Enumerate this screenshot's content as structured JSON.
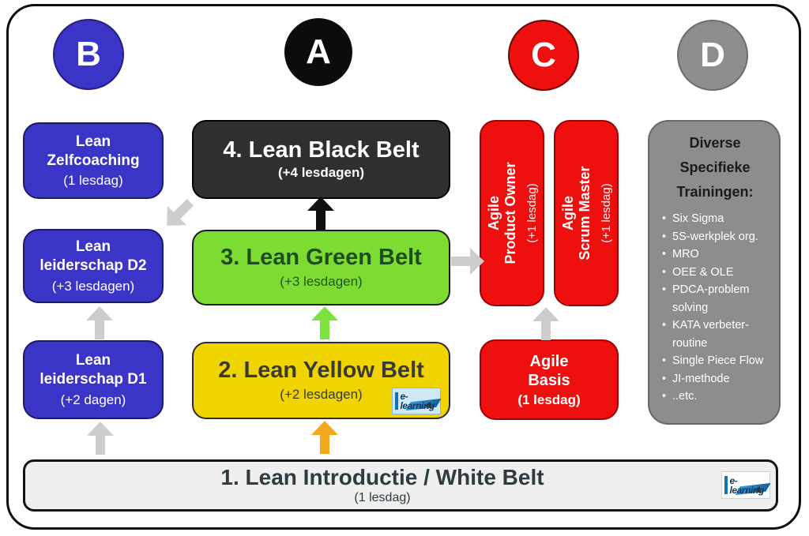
{
  "palette": {
    "blue": "#3a35c6",
    "black": "#2f2f2f",
    "green": "#7cdc31",
    "green_text": "#1e4e20",
    "yellow": "#f0d400",
    "red": "#ee0f0f",
    "gray": "#8d8d8d",
    "white_belt_bg": "#efefef",
    "arrow_gray": "#cdcdcd",
    "arrow_orange": "#f5a71d",
    "arrow_green": "#7de23f",
    "arrow_black": "#101010"
  },
  "headers": {
    "b": {
      "label": "B"
    },
    "a": {
      "label": "A"
    },
    "c": {
      "label": "C"
    },
    "d": {
      "label": "D"
    }
  },
  "boxes": {
    "zelfcoaching": {
      "line1": "Lean",
      "line2": "Zelfcoaching",
      "subtitle": "(1 lesdag)"
    },
    "leiderschap_d2": {
      "line1": "Lean",
      "line2": "leiderschap D2",
      "subtitle": "(+3 lesdagen)"
    },
    "leiderschap_d1": {
      "line1": "Lean",
      "line2": "leiderschap D1",
      "subtitle": "(+2 dagen)"
    },
    "black_belt": {
      "title": "4. Lean Black Belt",
      "subtitle": "(+4 lesdagen)"
    },
    "green_belt": {
      "title": "3. Lean Green Belt",
      "subtitle": "(+3 lesdagen)"
    },
    "yellow_belt": {
      "title": "2. Lean Yellow Belt",
      "subtitle": "(+2 lesdagen)"
    },
    "product_owner": {
      "line1": "Agile",
      "line2": "Product Owner",
      "subtitle": "(+1 lesdag)"
    },
    "scrum_master": {
      "line1": "Agile",
      "line2": "Scrum Master",
      "subtitle": "(+1 lesdag)"
    },
    "agile_basis": {
      "line1": "Agile",
      "line2": "Basis",
      "subtitle": "(1 lesdag)"
    },
    "white_belt": {
      "title": "1. Lean Introductie / White Belt",
      "subtitle": "(1 lesdag)"
    },
    "trainingen": {
      "title_line1": "Diverse",
      "title_line2": "Specifieke",
      "title_line3": "Trainingen:",
      "items": [
        "Six Sigma",
        "5S-werkplek org.",
        "MRO",
        "OEE & OLE",
        "PDCA-problem solving",
        "KATA verbeter-routine",
        "Single Piece Flow",
        "JI-methode",
        "..etc."
      ]
    }
  },
  "elearning_badge": {
    "label": "e-learning"
  }
}
